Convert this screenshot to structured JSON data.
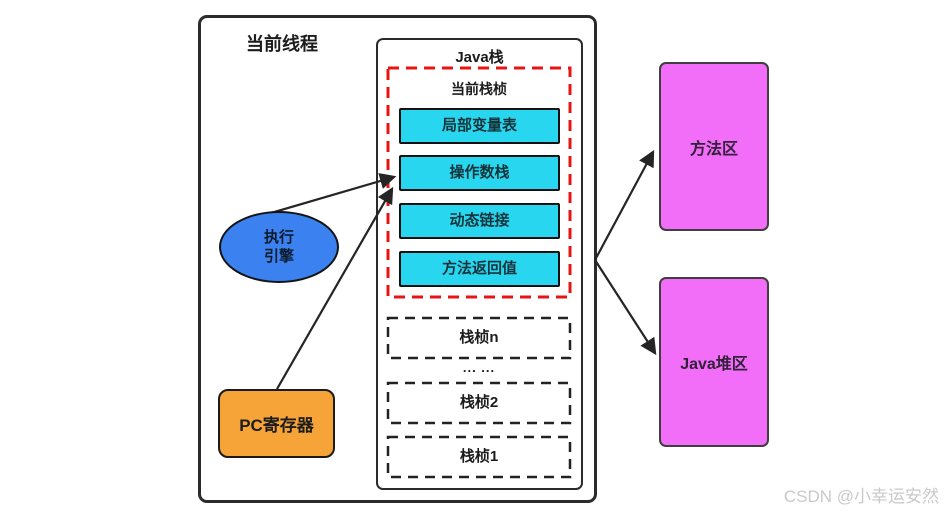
{
  "diagram": {
    "thread_label": "当前线程",
    "java_stack_label": "Java栈",
    "current_frame_label": "当前栈桢",
    "frame_parts": [
      "局部变量表",
      "操作数栈",
      "动态链接",
      "方法返回值"
    ],
    "frames": [
      "栈桢n",
      "栈桢2",
      "栈桢1"
    ],
    "ellipsis": "... ...",
    "execution_engine_line1": "执行",
    "execution_engine_line2": "引擎",
    "pc_register_label": "PC寄存器",
    "method_area_label": "方法区",
    "heap_area_label": "Java堆区",
    "watermark": "CSDN @小幸运安然"
  },
  "colors": {
    "cyan": "#28d7ef",
    "blue": "#3b82f0",
    "orange": "#f6a338",
    "magenta": "#f36ef8",
    "red_dashed": "#e81414",
    "line_dark": "#2a2a2a",
    "watermark_gray": "#c9c9c9"
  }
}
